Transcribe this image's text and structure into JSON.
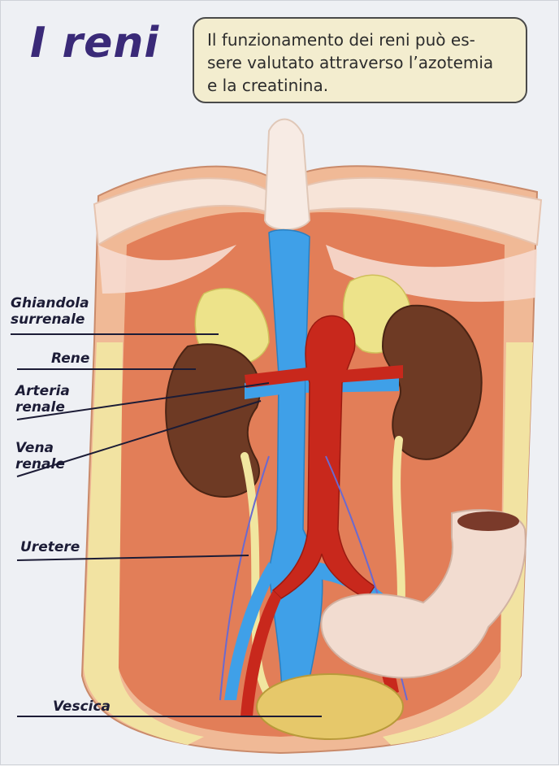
{
  "header": {
    "title": "I reni",
    "note": "Il funzionamento dei reni può es-\nsere valutato attraverso l’azotemia\ne la creatinina."
  },
  "labels": {
    "ghiandola_line1": "Ghiandola",
    "ghiandola_line2": "surrenale",
    "rene": "Rene",
    "arteria_line1": "Arteria",
    "arteria_line2": "renale",
    "vena_line1": "Vena",
    "vena_line2": "renale",
    "uretere": "Uretere",
    "vescica": "Vescica"
  },
  "colors": {
    "title": "#3a2a78",
    "note_bg": "#f3edcf",
    "kidney": "#6e3a24",
    "vein": "#3fa0e8",
    "artery": "#c8281c",
    "ureter": "#f1e6a0",
    "muscle": "#e8a27e"
  }
}
